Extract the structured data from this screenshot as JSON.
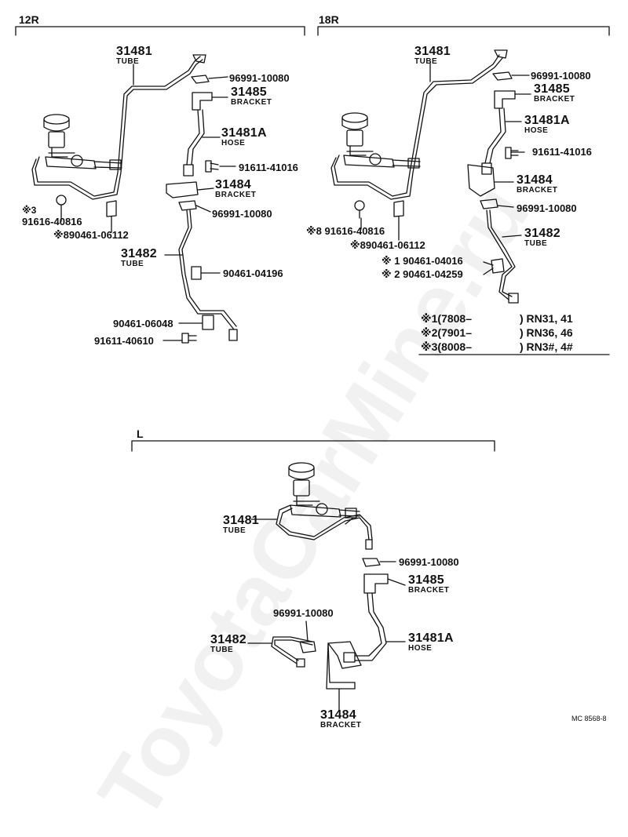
{
  "sections": {
    "s12r": "12R",
    "s18r": "18R",
    "sl": "L"
  },
  "watermark": "ToyotaCarMine.ru",
  "diagram_code": "MC 8568-8",
  "parts_12r": {
    "tube_31481_num": "31481",
    "tube_31481_sub": "TUBE",
    "p96991_a": "96991-10080",
    "bracket_31485_num": "31485",
    "bracket_31485_sub": "BRACKET",
    "hose_31481a_num": "31481A",
    "hose_31481a_sub": "HOSE",
    "p91611_41016": "91611-41016",
    "bracket_31484_num": "31484",
    "bracket_31484_sub": "BRACKET",
    "p96991_b": "96991-10080",
    "mark3": "※3",
    "p91616": "91616-40816",
    "p90461_06112": "※890461-06112",
    "tube_31482_num": "31482",
    "tube_31482_sub": "TUBE",
    "p90461_04196": "90461-04196",
    "p90461_06048": "90461-06048",
    "p91611_40610": "91611-40610"
  },
  "parts_18r": {
    "tube_31481_num": "31481",
    "tube_31481_sub": "TUBE",
    "p96991_a": "96991-10080",
    "bracket_31485_num": "31485",
    "bracket_31485_sub": "BRACKET",
    "hose_31481a_num": "31481A",
    "hose_31481a_sub": "HOSE",
    "p91611_41016": "91611-41016",
    "bracket_31484_num": "31484",
    "bracket_31484_sub": "BRACKET",
    "p96991_b": "96991-10080",
    "p91616": "※8 91616-40816",
    "p90461_06112": "※890461-06112",
    "tube_31482_num": "31482",
    "tube_31482_sub": "TUBE",
    "p90461_04016": "※ 1  90461-04016",
    "p90461_04259": "※ 2  90461-04259"
  },
  "legend": {
    "rows": [
      {
        "mark": "※1",
        "range": "(7808–",
        "model": ") RN31, 41"
      },
      {
        "mark": "※2",
        "range": "(7901–",
        "model": ") RN36, 46"
      },
      {
        "mark": "※3",
        "range": "(8008–",
        "model": ") RN3#, 4#"
      }
    ]
  },
  "parts_l": {
    "tube_31481_num": "31481",
    "tube_31481_sub": "TUBE",
    "p96991_a": "96991-10080",
    "bracket_31485_num": "31485",
    "bracket_31485_sub": "BRACKET",
    "p96991_b": "96991-10080",
    "tube_31482_num": "31482",
    "tube_31482_sub": "TUBE",
    "hose_31481a_num": "31481A",
    "hose_31481a_sub": "HOSE",
    "bracket_31484_num": "31484",
    "bracket_31484_sub": "BRACKET"
  }
}
